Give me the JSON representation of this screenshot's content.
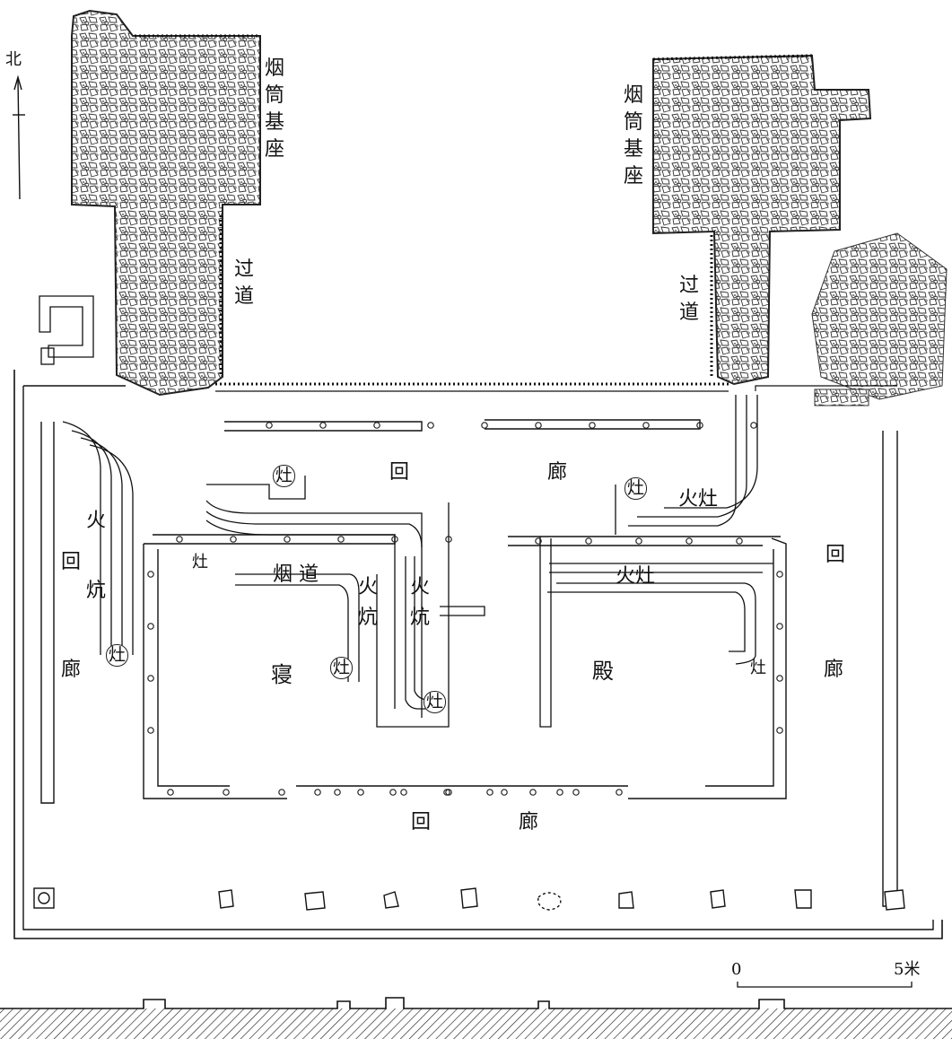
{
  "north": "北",
  "scale": {
    "zero": "0",
    "five": "5米"
  },
  "labels": {
    "chimney_left": "烟筒基座",
    "chimney_right": "烟筒基座",
    "passage_left": "过道",
    "passage_right": "过道",
    "corridor_north_1": "回",
    "corridor_north_2": "廊",
    "corridor_south_1": "回",
    "corridor_south_2": "廊",
    "corridor_west_1": "回",
    "corridor_west_2": "廊",
    "corridor_east_1": "回",
    "corridor_east_2": "廊",
    "kang_west": "火",
    "kang_west_2": "炕",
    "kang_mid_1": "火炕",
    "kang_mid_2": "火炕",
    "flue": "烟 道",
    "hall_1": "寝",
    "hall_2": "殿",
    "stove": "灶",
    "fire_stove": "火灶"
  },
  "colors": {
    "ink": "#111111",
    "stone": "#333333",
    "hatch": "#222222"
  }
}
